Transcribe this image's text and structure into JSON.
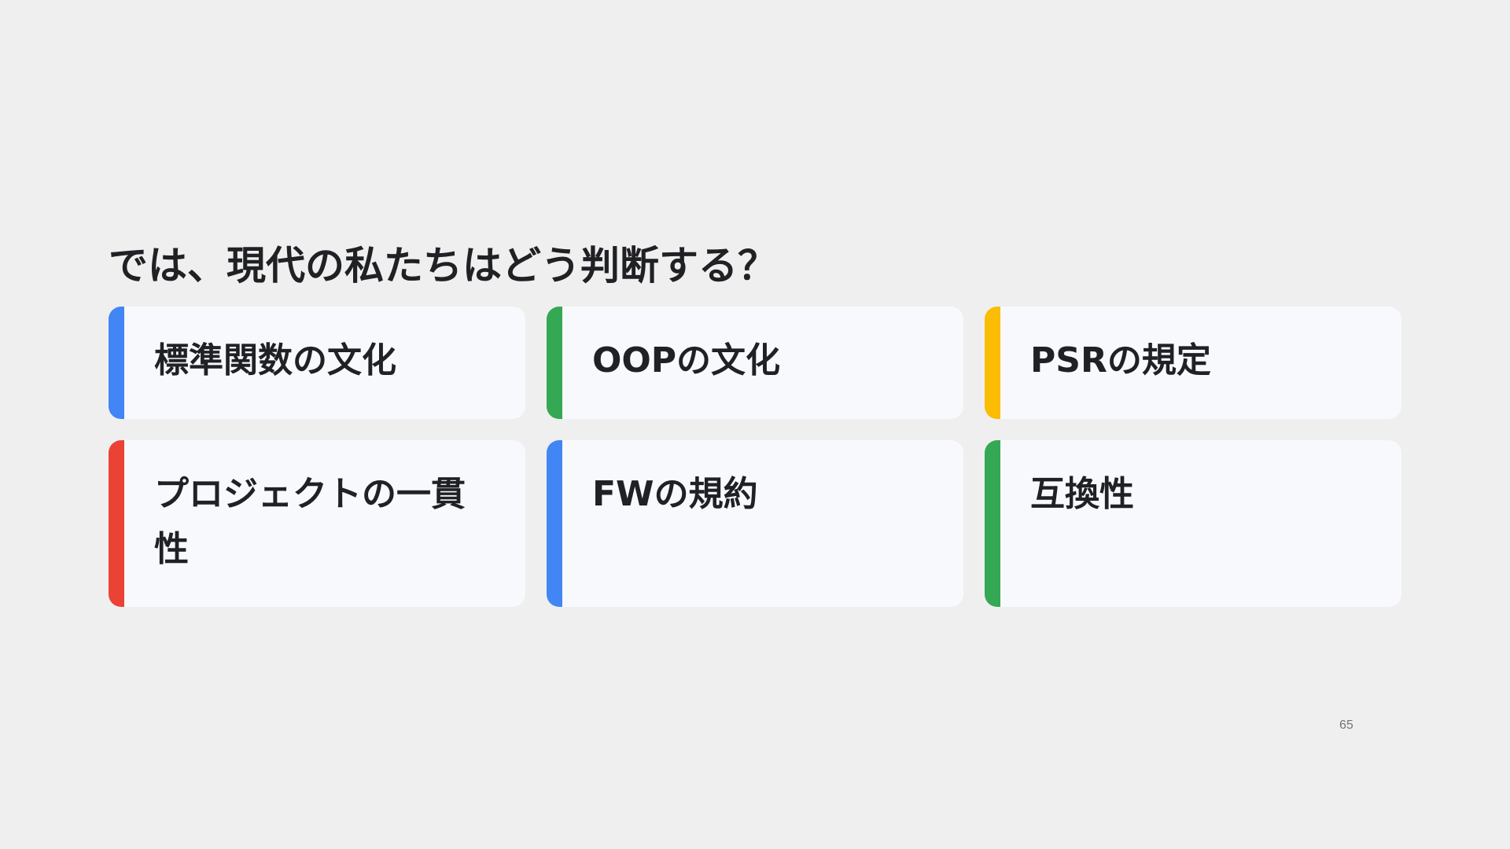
{
  "slide": {
    "title": "では、現代の私たちはどう判断する？",
    "page_number": "65"
  },
  "cards": [
    {
      "label": "標準関数の文化",
      "accent": "#4285f4"
    },
    {
      "label": "OOPの文化",
      "accent": "#34a853"
    },
    {
      "label": "PSRの規定",
      "accent": "#fbbc04"
    },
    {
      "label": "プロジェクトの一貫性",
      "accent": "#ea4335"
    },
    {
      "label": "FWの規約",
      "accent": "#4285f4"
    },
    {
      "label": "互換性",
      "accent": "#34a853"
    }
  ],
  "colors": {
    "background": "#efefef",
    "card_background": "#f8f9fc",
    "text": "#202124"
  }
}
